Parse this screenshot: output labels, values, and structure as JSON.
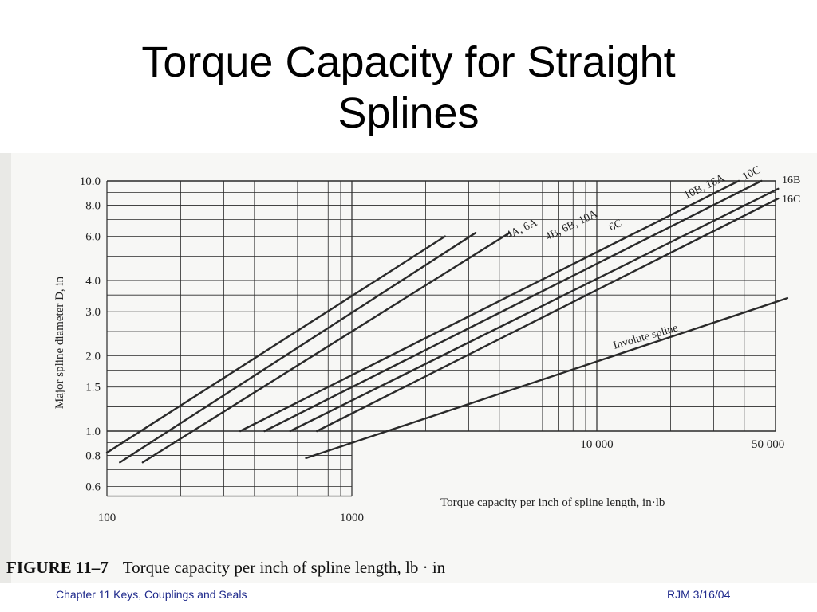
{
  "slide": {
    "title_line1": "Torque Capacity for Straight",
    "title_line2": "Splines"
  },
  "figure": {
    "caption_label": "FIGURE 11–7",
    "caption_text": "Torque capacity per inch of spline length, lb · in"
  },
  "footer": {
    "left": "Chapter 11  Keys, Couplings and Seals",
    "right": "RJM  3/16/04"
  },
  "colors": {
    "line": "#2a2a2a",
    "grid": "#2a2a2a",
    "footer": "#1f2a8c"
  },
  "chart_data": {
    "type": "line",
    "title": "",
    "xlabel": "Torque capacity per inch of spline length, in·lb",
    "ylabel": "Major spline diameter D, in",
    "x_scale": "log",
    "y_scale": "log",
    "grid": true,
    "ylim": [
      0.55,
      10
    ],
    "y_ticks": [
      {
        "value": 10.0,
        "label": "10.0"
      },
      {
        "value": 8.0,
        "label": "8.0"
      },
      {
        "value": 6.0,
        "label": "6.0"
      },
      {
        "value": 4.0,
        "label": "4.0"
      },
      {
        "value": 3.0,
        "label": "3.0"
      },
      {
        "value": 2.0,
        "label": "2.0"
      },
      {
        "value": 1.5,
        "label": "1.5"
      },
      {
        "value": 1.0,
        "label": "1.0"
      },
      {
        "value": 0.8,
        "label": "0.8"
      },
      {
        "value": 0.6,
        "label": "0.6"
      }
    ],
    "x_ticks": [
      {
        "value": 100,
        "label": "100"
      },
      {
        "value": 1000,
        "label": "1000"
      },
      {
        "value": 10000,
        "label": "10 000"
      },
      {
        "value": 50000,
        "label": "50 000"
      }
    ],
    "series": [
      {
        "name": "4A, 6A",
        "points": [
          [
            100,
            0.82
          ],
          [
            2400,
            6.0
          ]
        ]
      },
      {
        "name": "4B, 6B, 10A",
        "points": [
          [
            113,
            0.75
          ],
          [
            3200,
            6.2
          ]
        ]
      },
      {
        "name": "6C",
        "points": [
          [
            140,
            0.75
          ],
          [
            4400,
            6.2
          ]
        ]
      },
      {
        "name": "10B, 16A",
        "points": [
          [
            350,
            1.0
          ],
          [
            38000,
            10.0
          ]
        ]
      },
      {
        "name": "10C",
        "points": [
          [
            440,
            1.0
          ],
          [
            47000,
            10.0
          ]
        ]
      },
      {
        "name": "16B",
        "points": [
          [
            560,
            1.0
          ],
          [
            55000,
            9.3
          ]
        ]
      },
      {
        "name": "16C",
        "points": [
          [
            720,
            1.0
          ],
          [
            55000,
            8.5
          ]
        ]
      },
      {
        "name": "Involute spline",
        "points": [
          [
            650,
            0.78
          ],
          [
            60000,
            3.4
          ]
        ]
      }
    ]
  }
}
